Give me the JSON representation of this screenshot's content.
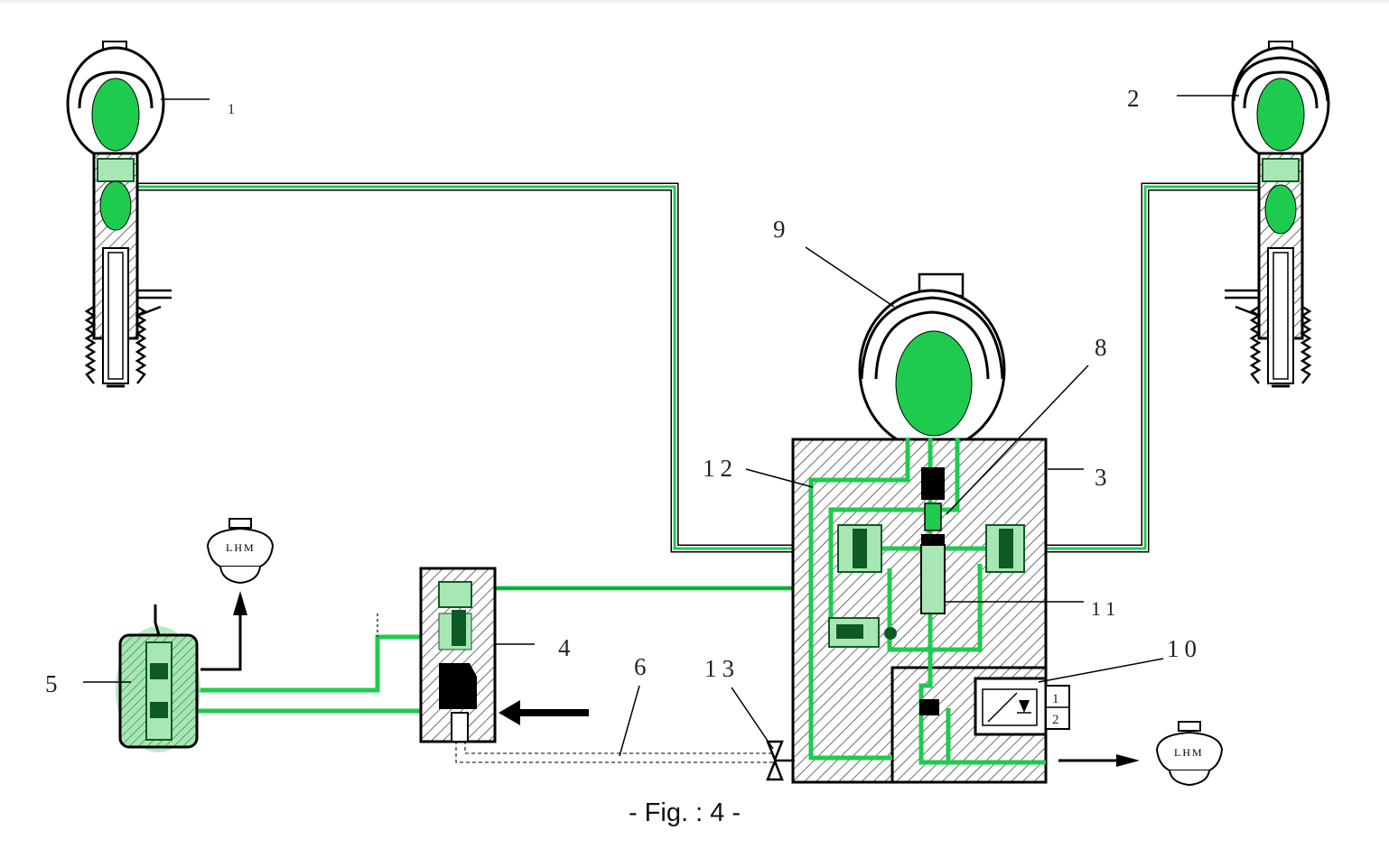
{
  "colors": {
    "fluid": "#1ecb4f",
    "fluid_light": "#a8e6b4",
    "fluid_dark": "#0e5a26",
    "line": "#000000",
    "return_line": "#555555"
  },
  "labels": {
    "n1": "1",
    "n2": "2",
    "n3": "3",
    "n4": "4",
    "n5": "5",
    "n6": "6",
    "n8": "8",
    "n9": "9",
    "n10": "10",
    "n11": "11",
    "n12": "12",
    "n13": "13"
  },
  "reservoirs": {
    "left_text": "LHM",
    "right_text": "LHM"
  },
  "solenoid": {
    "pin1": "1",
    "pin2": "2"
  },
  "caption": "- Fig. : 4 -"
}
